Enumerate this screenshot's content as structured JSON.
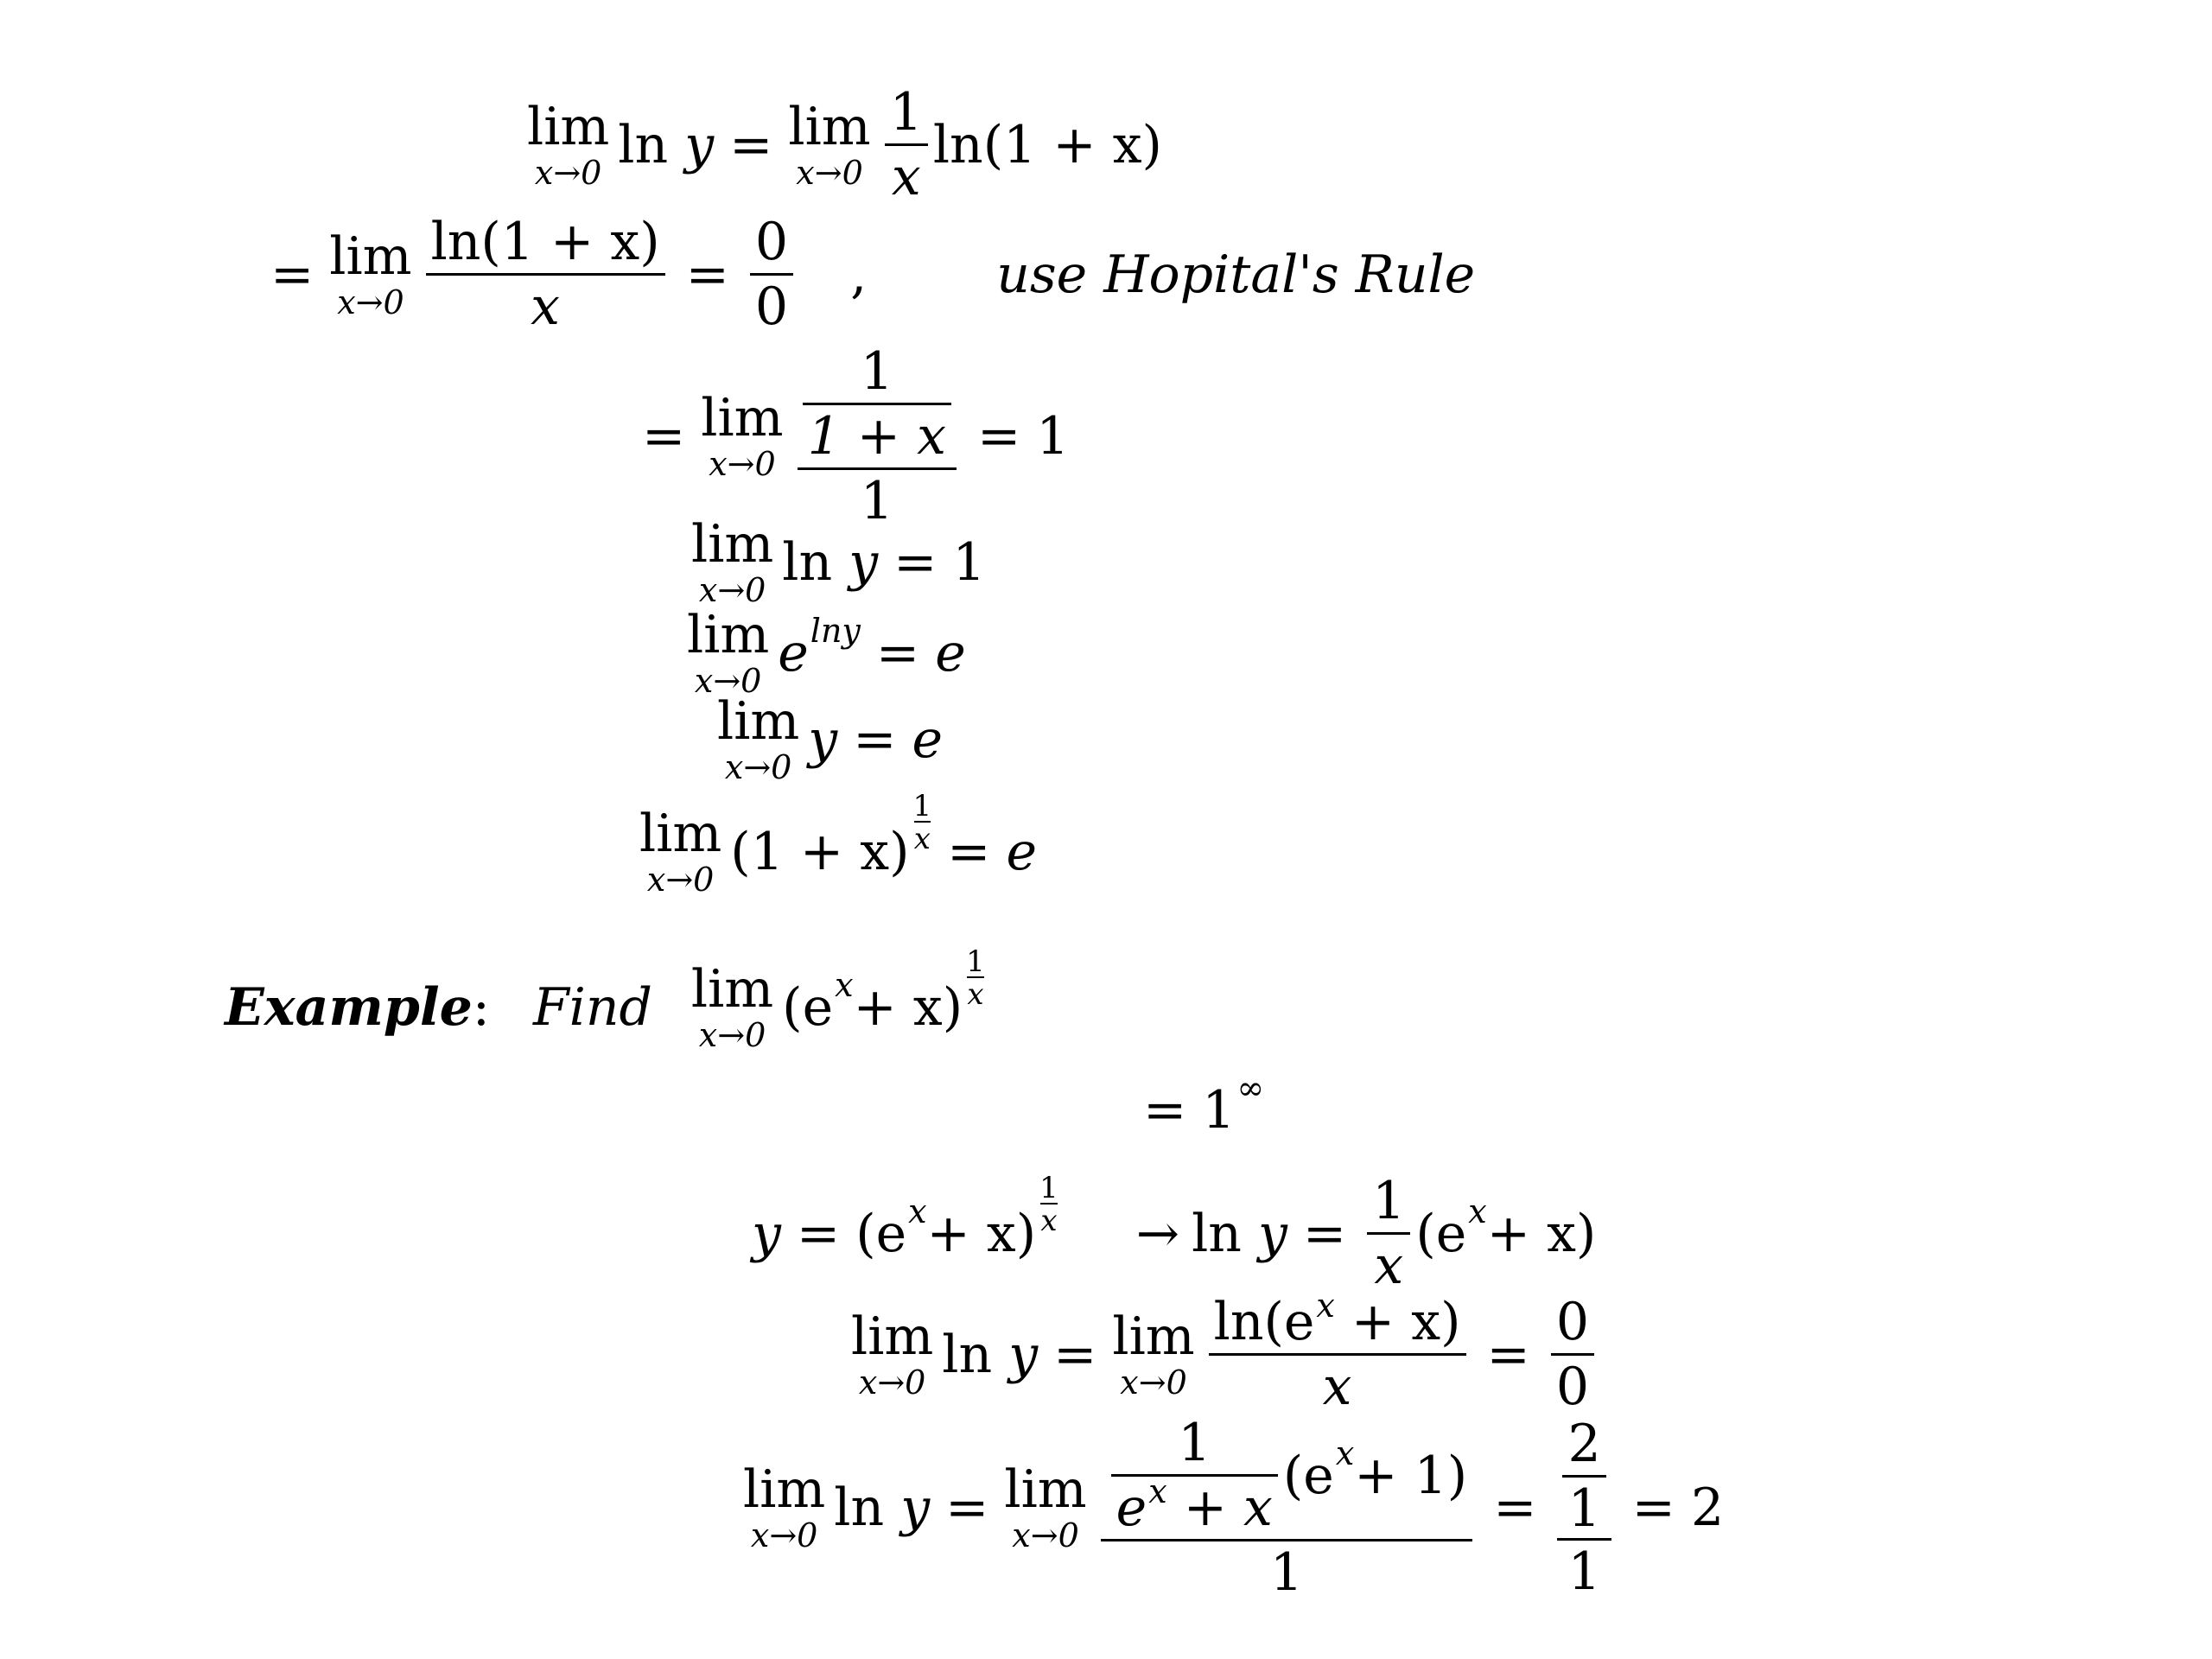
{
  "common": {
    "lim": "lim",
    "sub": "x→0",
    "ln": "ln",
    "eq": "=",
    "plus": "+",
    "x": "x",
    "y": "y",
    "e": "e",
    "one": "1",
    "zero": "0",
    "two": "2",
    "lp": "(",
    "rp": ")",
    "arrow": "→"
  },
  "derivation": {
    "hopital_comma": ",",
    "hopital_note": "use Hopital's Rule",
    "ln_one_plus_x": "ln(1 + x)",
    "one_plus_x_open": "(1 + x)",
    "one_plus_x": "1 + x",
    "elny_sup": "lny"
  },
  "example": {
    "label": "Example",
    "colon": ":",
    "find": "Find",
    "ex_plus_x_open": "(e",
    "ex_sup": "x",
    "plus_x_close": " + x)",
    "one_inf": "1",
    "inf_sup": "∞",
    "ln_ex_plus_x": "ln(e",
    "ex_plus_1_open": "(e",
    "plus_1_close": " + 1)",
    "ex_plus_x_den_e": "e",
    "ex_plus_x_den_tail": " + x"
  }
}
